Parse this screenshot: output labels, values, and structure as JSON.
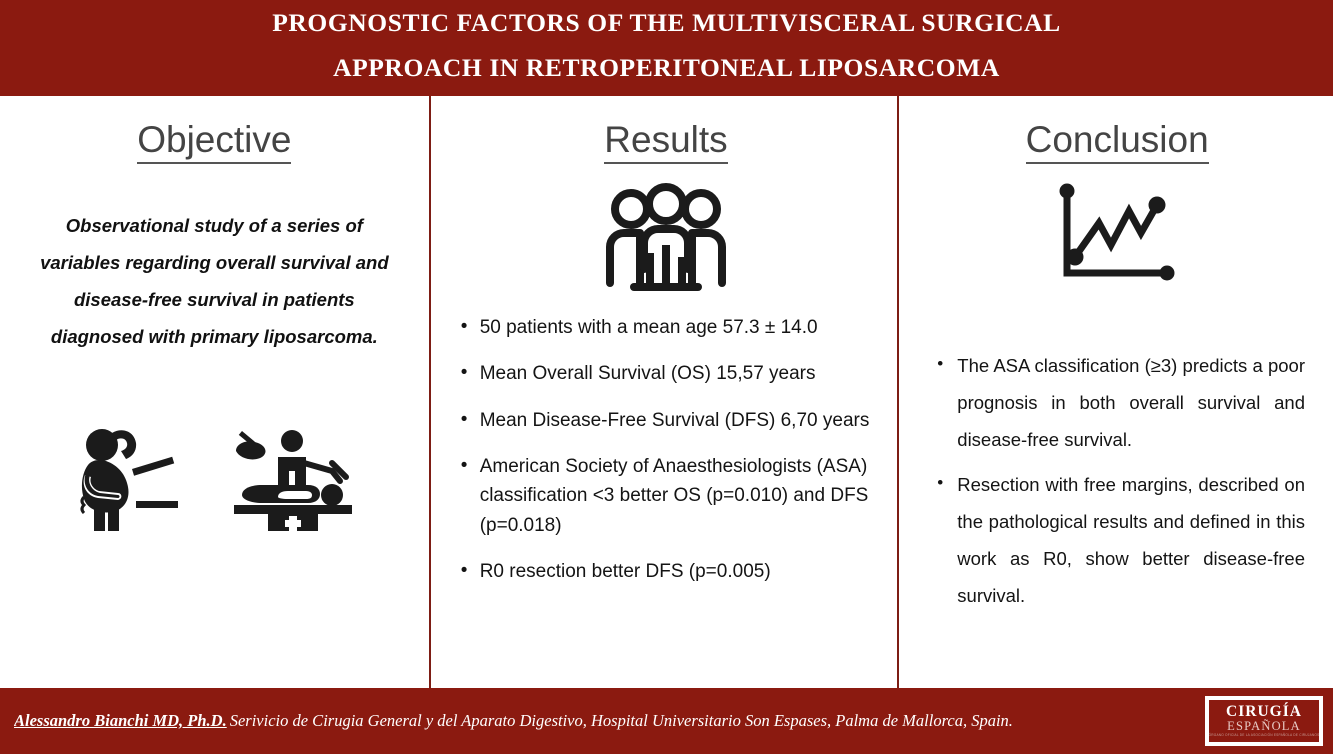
{
  "header": {
    "title_line_1": "PROGNOSTIC FACTORS OF THE MULTIVISCERAL SURGICAL",
    "title_line_2": "APPROACH IN RETROPERITONEAL LIPOSARCOMA",
    "band_color": "#8b1a10"
  },
  "columns": {
    "objective": {
      "heading": "Objective",
      "body": "Observational study of a series of variables regarding overall survival and disease-free survival in patients diagnosed with primary liposarcoma.",
      "icons": [
        "abdominal-pain-person-icon",
        "surgery-operating-table-icon"
      ]
    },
    "results": {
      "heading": "Results",
      "icon": "three-people-group-icon",
      "bullets": [
        "50 patients with a mean age 57.3 ± 14.0",
        "Mean Overall Survival (OS) 15,57 years",
        "Mean Disease-Free Survival (DFS) 6,70 years",
        "American Society of Anaesthesiologists (ASA) classification <3  better OS (p=0.010) and DFS (p=0.018)",
        "R0 resection better DFS (p=0.005)"
      ]
    },
    "conclusion": {
      "heading": "Conclusion",
      "icon": "line-chart-icon",
      "bullets": [
        "The ASA classification (≥3) predicts a poor prognosis in both overall survival and disease-free survival.",
        "Resection with free margins, described on the pathological results and defined in this work as R0, show better disease-free survival."
      ]
    }
  },
  "footer": {
    "author": "Alessandro Bianchi MD, Ph.D.",
    "affiliation": "Serivicio de Cirugia General y del Aparato Digestivo, Hospital Universitario Son Espases, Palma de Mallorca, Spain.",
    "logo": {
      "line1": "CIRUGÍA",
      "line2": "ESPAÑOLA",
      "line3": "ÓRGANO OFICIAL DE LA ASOCIACIÓN ESPAÑOLA DE CIRUJANOS"
    },
    "band_color": "#8b1a10"
  },
  "accent": {
    "divider_color": "#7d1d14",
    "heading_color": "#444444",
    "text_color": "#141414"
  }
}
